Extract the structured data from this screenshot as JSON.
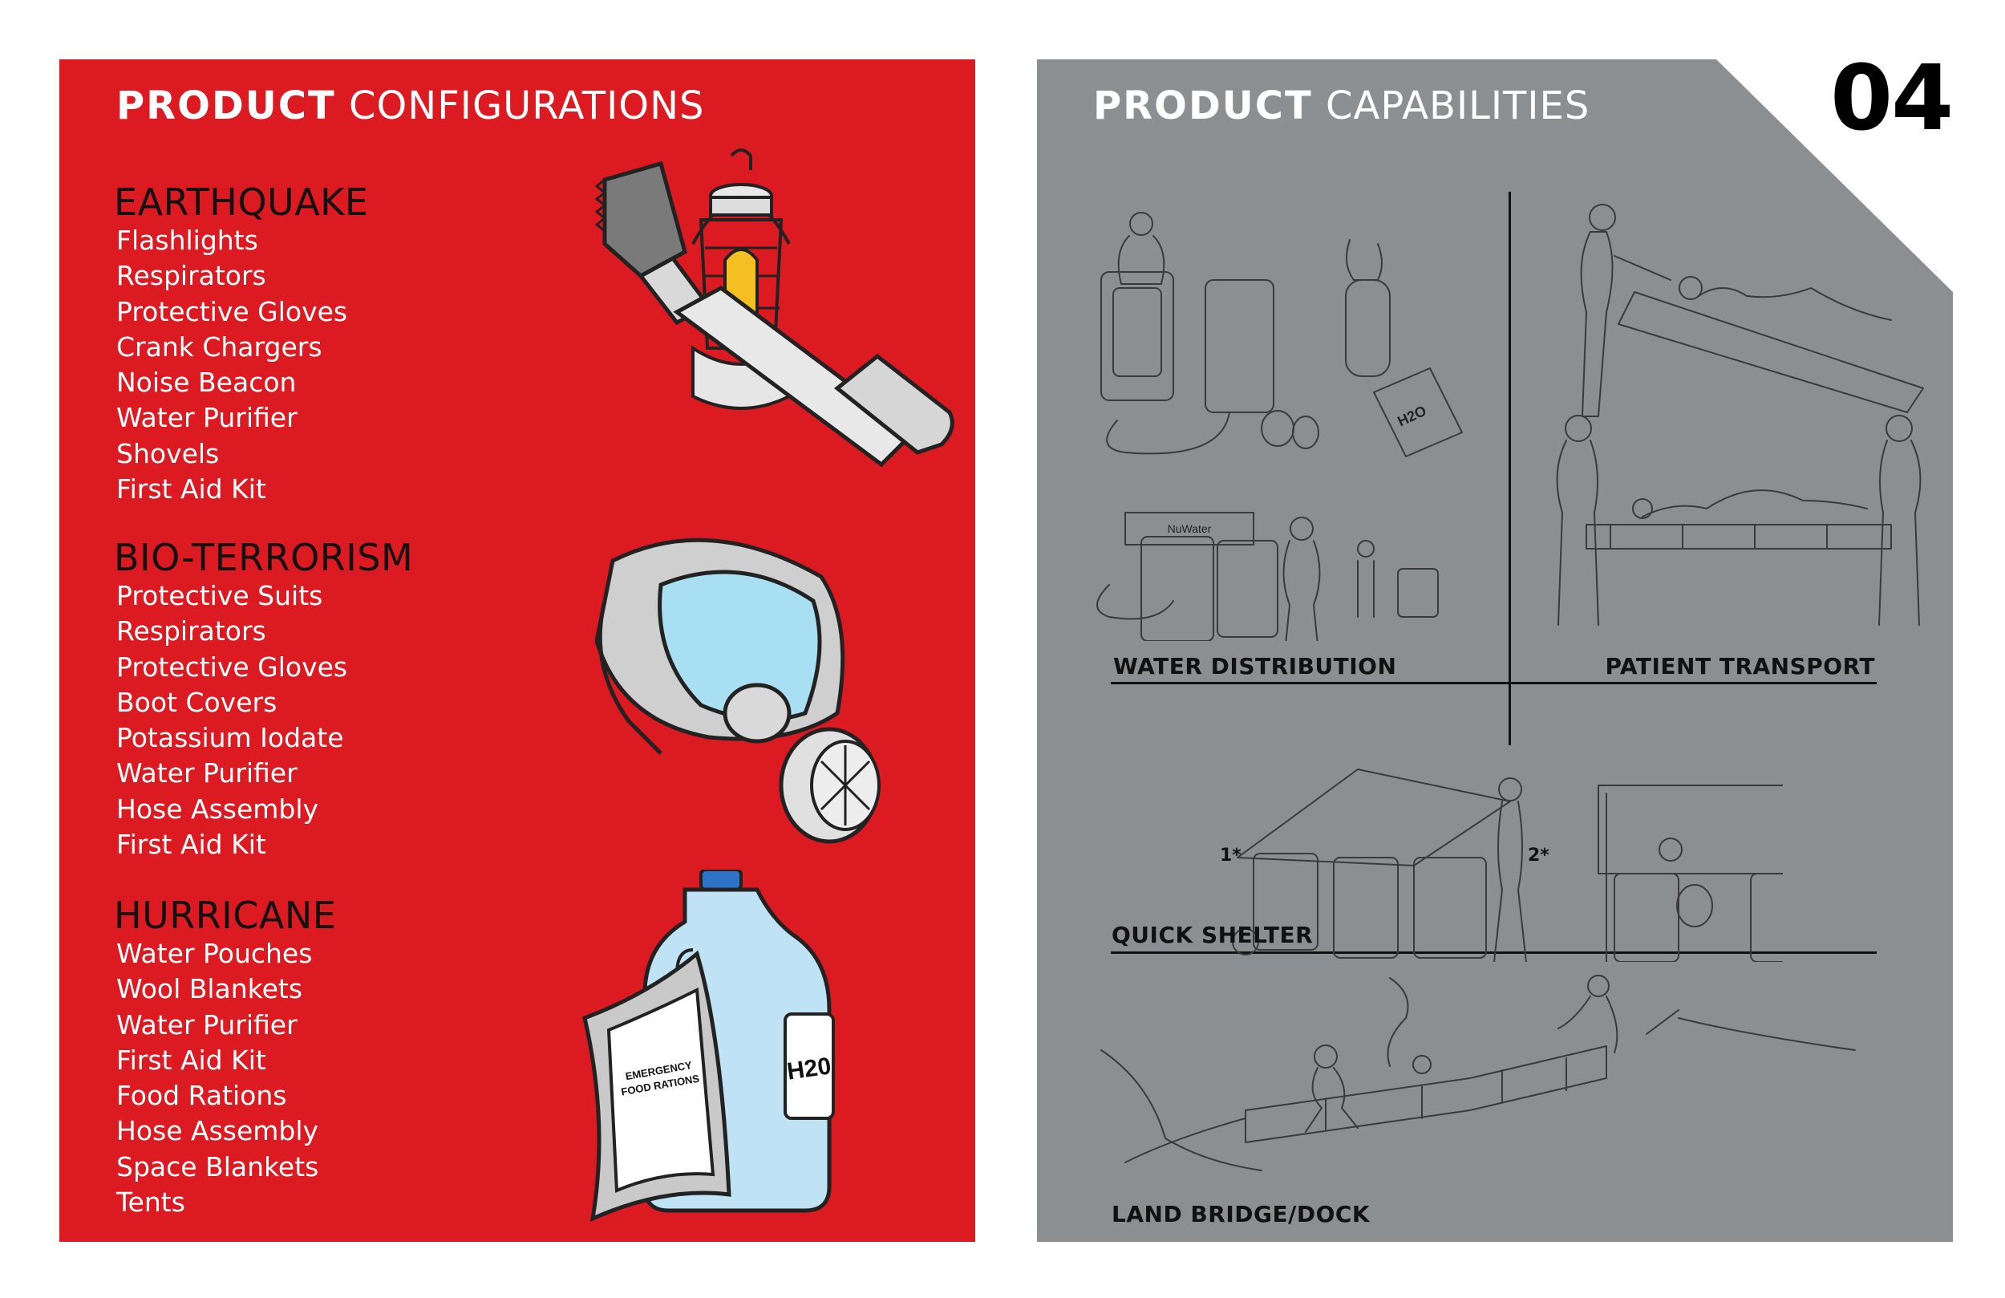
{
  "page_number": "04",
  "left_panel": {
    "title_bold": "PRODUCT",
    "title_rest": " CONFIGURATIONS",
    "categories": [
      {
        "name": "EARTHQUAKE",
        "items": [
          "Flashlights",
          "Respirators",
          "Protective Gloves",
          "Crank Chargers",
          "Noise Beacon",
          "Water Purifier",
          "Shovels",
          "First Aid Kit"
        ]
      },
      {
        "name": "BIO-TERRORISM",
        "items": [
          "Protective Suits",
          "Respirators",
          "Protective Gloves",
          "Boot Covers",
          "Potassium Iodate",
          "Water Purifier",
          "Hose Assembly",
          "First Aid Kit"
        ]
      },
      {
        "name": "HURRICANE",
        "items": [
          "Water Pouches",
          "Wool Blankets",
          "Water Purifier",
          "First Aid Kit",
          "Food Rations",
          "Hose Assembly",
          "Space Blankets",
          "Tents"
        ]
      }
    ],
    "illustrations": {
      "pouch_line1": "EMERGENCY",
      "pouch_line2": "FOOD RATIONS",
      "jug_label": "H20"
    }
  },
  "right_panel": {
    "title_bold": "PRODUCT",
    "title_rest": " CAPABILITIES",
    "captions": {
      "water_distribution": "WATER DISTRIBUTION",
      "patient_transport": "PATIENT TRANSPORT",
      "quick_shelter": "QUICK SHELTER",
      "land_bridge": "LAND BRIDGE/DOCK"
    },
    "shelter_steps": [
      "1*",
      "2*"
    ],
    "sketch_labels": {
      "pouch": "H2O",
      "purifier": "NuWater"
    }
  },
  "colors": {
    "red_panel": "#db1a21",
    "gray_panel": "#8c8f91",
    "heading_text": "#121212",
    "list_text": "#ffffff"
  }
}
